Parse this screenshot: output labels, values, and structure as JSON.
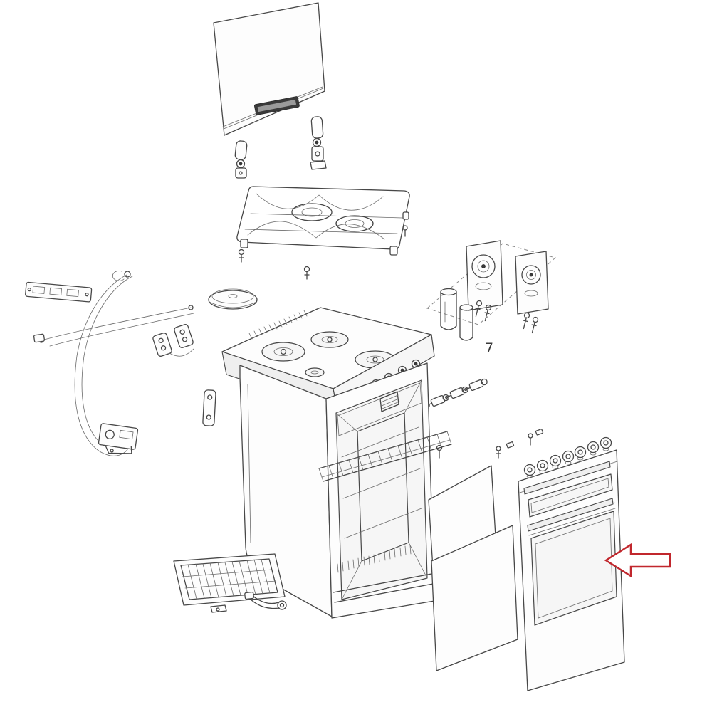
{
  "figure": {
    "labels": {
      "part_number": "7"
    },
    "colors": {
      "arrow": "#c1272d",
      "line": "#474747",
      "background": "#ffffff"
    },
    "parts": [
      "glass-lid",
      "lid-brand-strip",
      "lid-hinges",
      "pan-support-grid",
      "fixing-screws",
      "burner-assemblies",
      "mixing-tubes",
      "gas-injectors",
      "burner-cap",
      "hotplate",
      "hob-control-knobs",
      "gas-valves",
      "oven-cabinet",
      "oven-cavity",
      "wire-shelf",
      "wiring-harness",
      "thermostat-capillary",
      "ignition-switches",
      "thermostat-box",
      "mounting-bracket",
      "side-bracket",
      "grill-pan",
      "inner-door-glass-panels",
      "outer-door-assembly",
      "door-control-knobs",
      "highlight-arrow"
    ]
  }
}
